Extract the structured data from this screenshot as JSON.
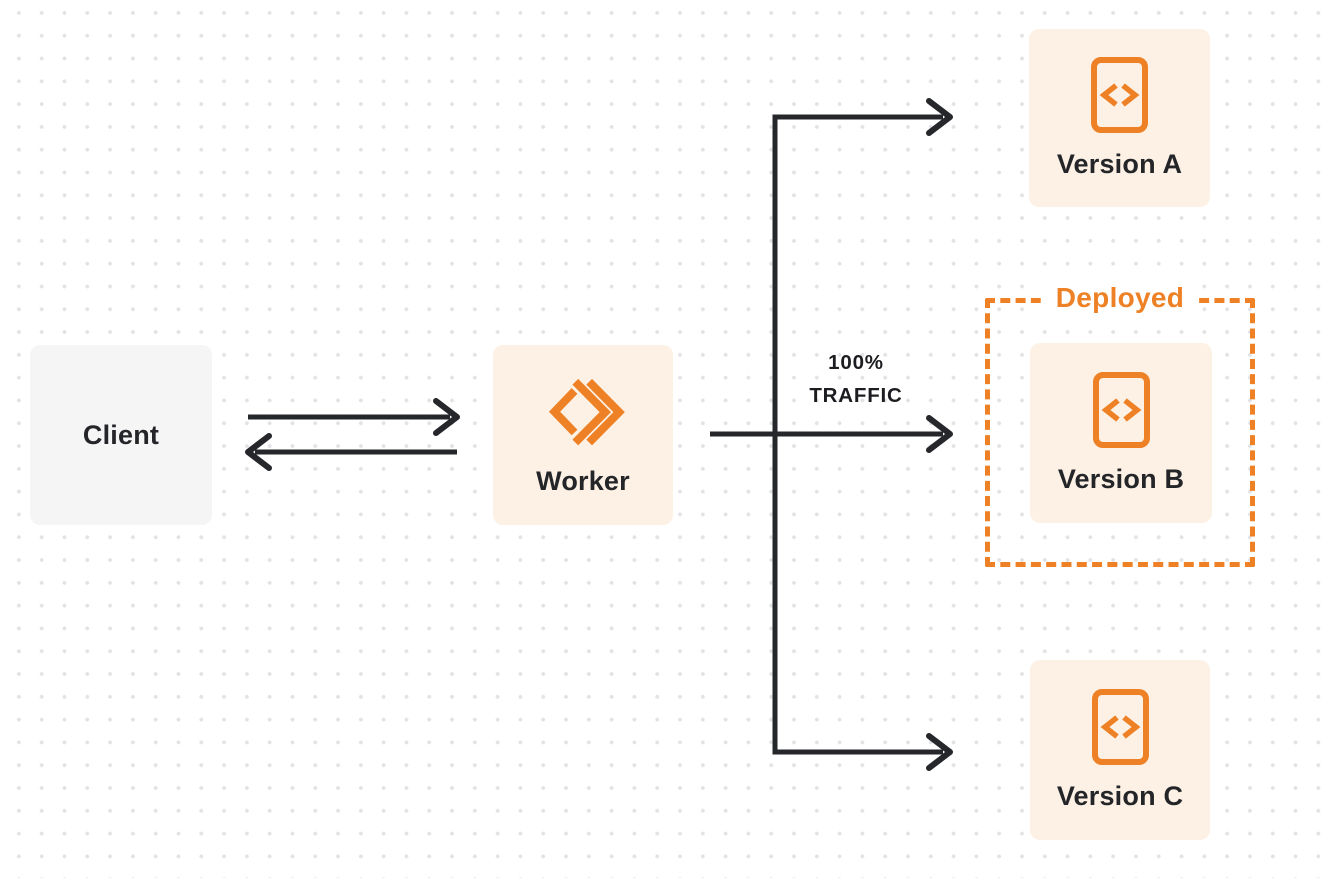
{
  "diagram": {
    "nodes": {
      "client": {
        "label": "Client"
      },
      "worker": {
        "label": "Worker"
      },
      "version_a": {
        "label": "Version A"
      },
      "version_b": {
        "label": "Version B"
      },
      "version_c": {
        "label": "Version C"
      }
    },
    "deployed_zone": {
      "label": "Deployed"
    },
    "traffic_label": {
      "line1": "100%",
      "line2": "TRAFFIC"
    },
    "icons": {
      "worker_icon": "workers-chevron-icon",
      "version_icon": "code-file-icon"
    },
    "colors": {
      "accent_orange": "#ee8126",
      "node_cream_bg": "#fcf1e4",
      "node_gray_bg": "#f5f5f6",
      "connector_dark": "#26272b",
      "label_text": "#242528",
      "dot_grid": "#e3e3e7",
      "background": "#ffffff"
    }
  }
}
